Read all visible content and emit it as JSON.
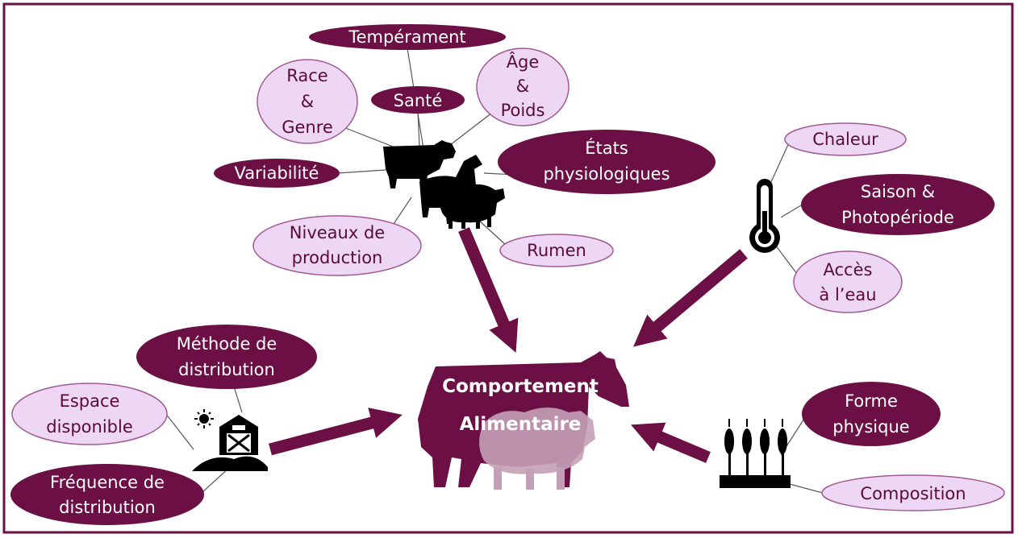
{
  "colors": {
    "dark": "#6b0f45",
    "light_fill": "#eed7f5",
    "light_stroke": "#a05a94",
    "arrow": "#6b0f45",
    "border": "#6b0f45",
    "line": "#555555",
    "center_cow": "#6b0f45",
    "center_sheep": "#c4a0b6"
  },
  "center": {
    "line1": "Comportement",
    "line2": "Alimentaire"
  },
  "animal_group": {
    "icon": "livestock-icon",
    "factors": {
      "temperament": "Tempérament",
      "race_genre": [
        "Race",
        "&",
        "Genre"
      ],
      "sante": "Santé",
      "age_poids": [
        "Âge",
        "&",
        "Poids"
      ],
      "variabilite": "Variabilité",
      "etats_physiologiques": [
        "États",
        "physiologiques"
      ],
      "niveaux_production": [
        "Niveaux de",
        "production"
      ],
      "rumen": "Rumen"
    }
  },
  "environment_group": {
    "icon": "thermometer-icon",
    "factors": {
      "chaleur": "Chaleur",
      "saison": [
        "Saison &",
        "Photopériode"
      ],
      "acces_eau": [
        "Accès",
        "à l’eau"
      ]
    }
  },
  "management_group": {
    "icon": "barn-icon",
    "factors": {
      "methode": [
        "Méthode de",
        "distribution"
      ],
      "espace": [
        "Espace",
        "disponible"
      ],
      "frequence": [
        "Fréquence de",
        "distribution"
      ]
    }
  },
  "feed_group": {
    "icon": "wheat-icon",
    "factors": {
      "forme": [
        "Forme",
        "physique"
      ],
      "composition": "Composition"
    }
  }
}
